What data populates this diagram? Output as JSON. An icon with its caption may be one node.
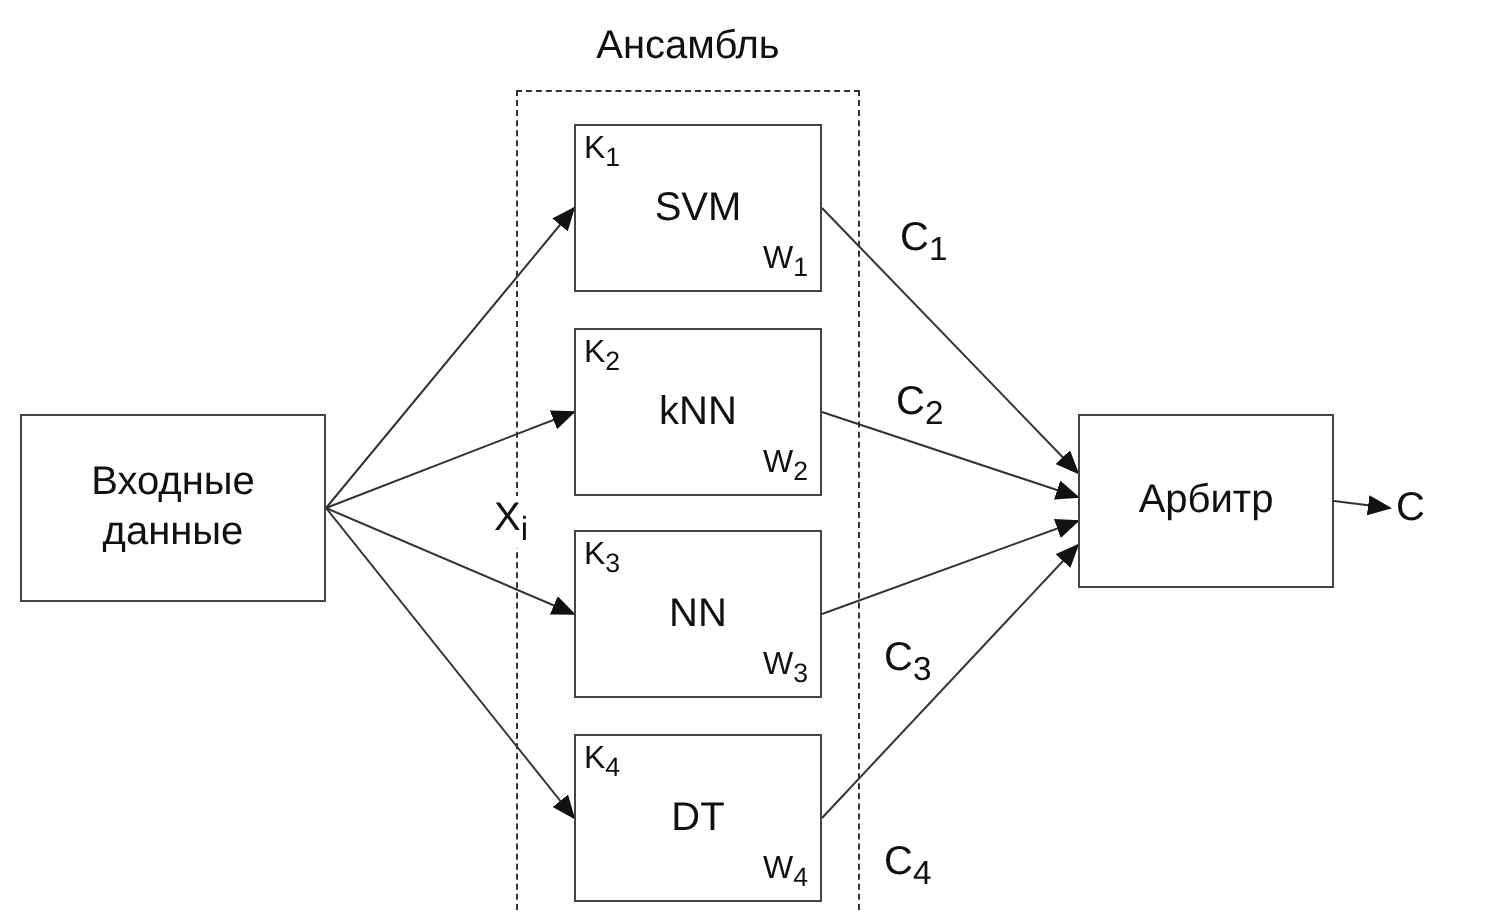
{
  "diagram": {
    "nodes": [
      {
        "text": [
          "Входные данные"
        ]
      },
      {
        "text": [
          "Ансамбль"
        ]
      },
      {
        "text": [
          "K$_{1}$",
          "SVM",
          "W$_{1}$"
        ],
        "in": 1
      },
      {
        "text": [
          "K$_{2}$",
          "kNN",
          "W$_{2}$"
        ],
        "in": 1
      },
      {
        "text": [
          "K$_{3}$",
          "NN",
          "W$_{3}$"
        ],
        "in": 1
      },
      {
        "text": [
          "K$_{4}$",
          "DT",
          "W$_{4}$"
        ],
        "in": 1
      },
      {
        "text": [
          "Арбитр"
        ]
      },
      {
        "text": [
          "C"
        ]
      }
    ],
    "edges": [
      {
        "from": 0,
        "to": 2,
        "arrow": "to"
      },
      {
        "from": 0,
        "to": 3,
        "arrow": "to"
      },
      {
        "from": 0,
        "to": 4,
        "arrow": "to",
        "label": "X$_{i}$"
      },
      {
        "from": 0,
        "to": 5,
        "arrow": "to"
      },
      {
        "from": 2,
        "to": 6,
        "arrow": "to",
        "label": "C$_{1}$"
      },
      {
        "from": 3,
        "to": 6,
        "arrow": "to",
        "label": "C$_{2}$"
      },
      {
        "from": 4,
        "to": 6,
        "arrow": "to",
        "label": "C$_{3}$"
      },
      {
        "from": 5,
        "to": 6,
        "arrow": "to",
        "label": "C$_{4}$"
      },
      {
        "from": 6,
        "to": 7,
        "arrow": "to"
      }
    ]
  }
}
